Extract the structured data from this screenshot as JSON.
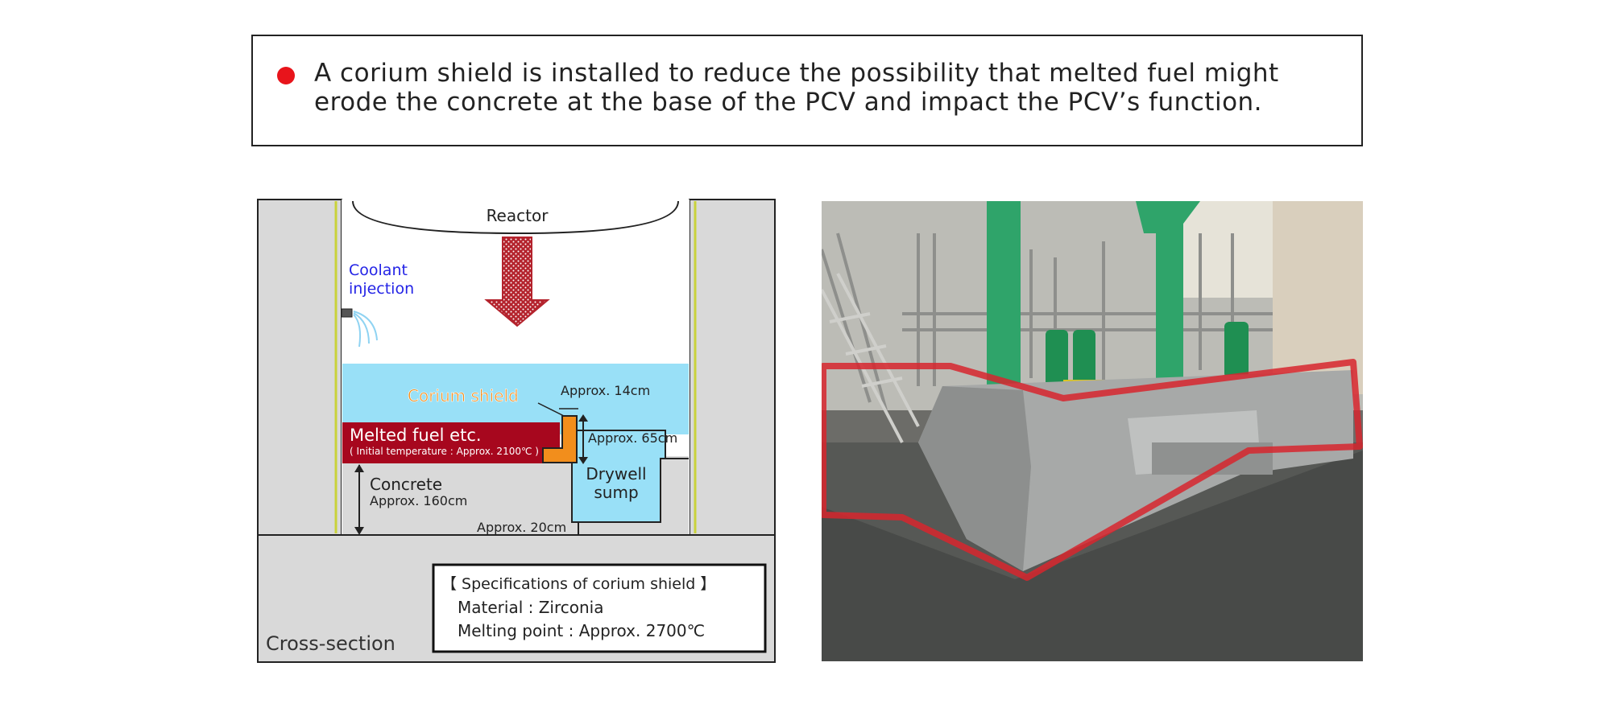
{
  "note": {
    "text": "A corium shield is installed to reduce the possibility that melted fuel might erode the concrete at the base of the PCV and impact the PCV’s function.",
    "bullet_color": "#e8141b"
  },
  "diagram": {
    "reactor_label": "Reactor",
    "coolant_line1": "Coolant",
    "coolant_line2": "injection",
    "corium_shield_label": "Corium shield",
    "shield_thickness": "Approx. 14cm",
    "shield_height": "Approx. 65cm",
    "melted_fuel_label": "Melted fuel etc.",
    "melted_fuel_temp": "( Initial temperature : Approx. 2100℃ )",
    "drywell_line1": "Drywell",
    "drywell_line2": "sump",
    "concrete_label": "Concrete",
    "concrete_depth": "Approx. 160cm",
    "sump_gap": "Approx. 20cm",
    "cross_section_label": "Cross-section",
    "spec_title": "【 Specifications of corium shield 】",
    "spec_material": "Material : Zirconia",
    "spec_melting_point": "Melting point : Approx. 2700℃",
    "colors": {
      "concrete": "#d9d9d9",
      "water": "#99e0f7",
      "melted_fuel": "#a7071e",
      "corium_shield": "#f28e1c",
      "coolant_text": "#2323e6",
      "coolant_spray": "#8fd3f2",
      "arrow": "#b4232d"
    }
  },
  "photo": {
    "highlight_color": "#d7262e",
    "pipe_color": "#2fa46a"
  }
}
